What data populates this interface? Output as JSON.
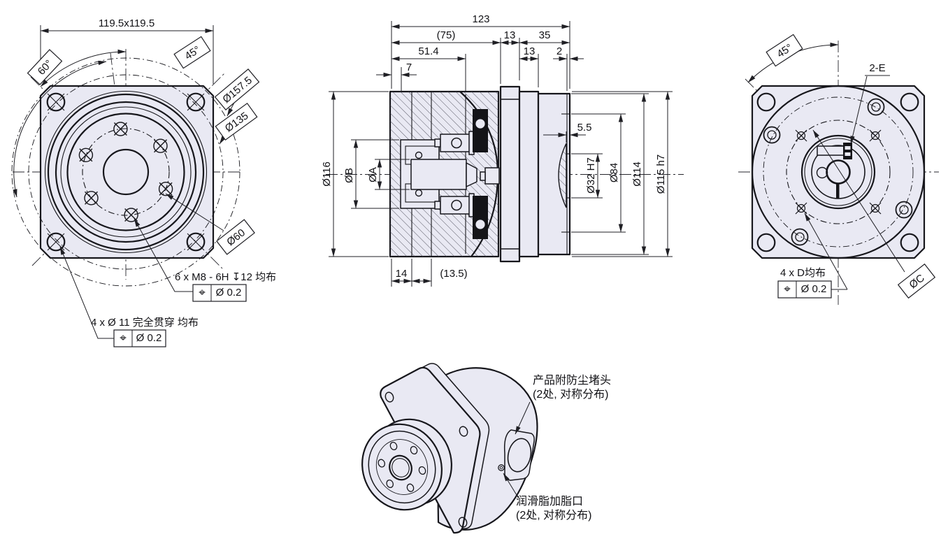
{
  "colors": {
    "body_fill": "#e9e9f3",
    "hatch_line": "#4a4a58",
    "outline": "#17171c",
    "dimension": "#1f1f24",
    "background": "#ffffff"
  },
  "front_view": {
    "dim_square": "119.5x119.5",
    "angle_45": "45°",
    "angle_60": "60°",
    "dia_157": "Ø157.5",
    "dia_135": "Ø135",
    "dia_60": "Ø60",
    "note_m8": "6 x M8 - 6H ↧12 均布",
    "fcf_m8_sym": "⌖",
    "fcf_m8_val": "Ø 0.2",
    "note_holes": "4 x Ø 11 完全贯穿 均布",
    "fcf_holes_sym": "⌖",
    "fcf_holes_val": "Ø 0.2"
  },
  "section_view": {
    "len_total": "123",
    "len_75": "(75)",
    "len_13_flange": "13",
    "len_35": "35",
    "len_514": "51.4",
    "len_13_b": "13",
    "len_2": "2",
    "len_7": "7",
    "len_14": "14",
    "len_135": "(13.5)",
    "len_55": "5.5",
    "dia_116": "Ø116",
    "dia_B": "ØB",
    "dia_A": "ØA",
    "dia_32": "Ø32 H7",
    "dia_84": "Ø84",
    "dia_114": "Ø114",
    "dia_115": "Ø115 h7"
  },
  "side_view": {
    "angle_45": "45°",
    "label_2e": "2-E",
    "note_4d": "4 x D均布",
    "fcf_sym": "⌖",
    "fcf_val": "Ø 0.2",
    "dia_C": "ØC"
  },
  "iso_view": {
    "dust_line1": "产品附防尘堵头",
    "dust_line2": "(2处, 对称分布)",
    "grease_line1": "润滑脂加脂口",
    "grease_line2": "(2处, 对称分布)"
  }
}
